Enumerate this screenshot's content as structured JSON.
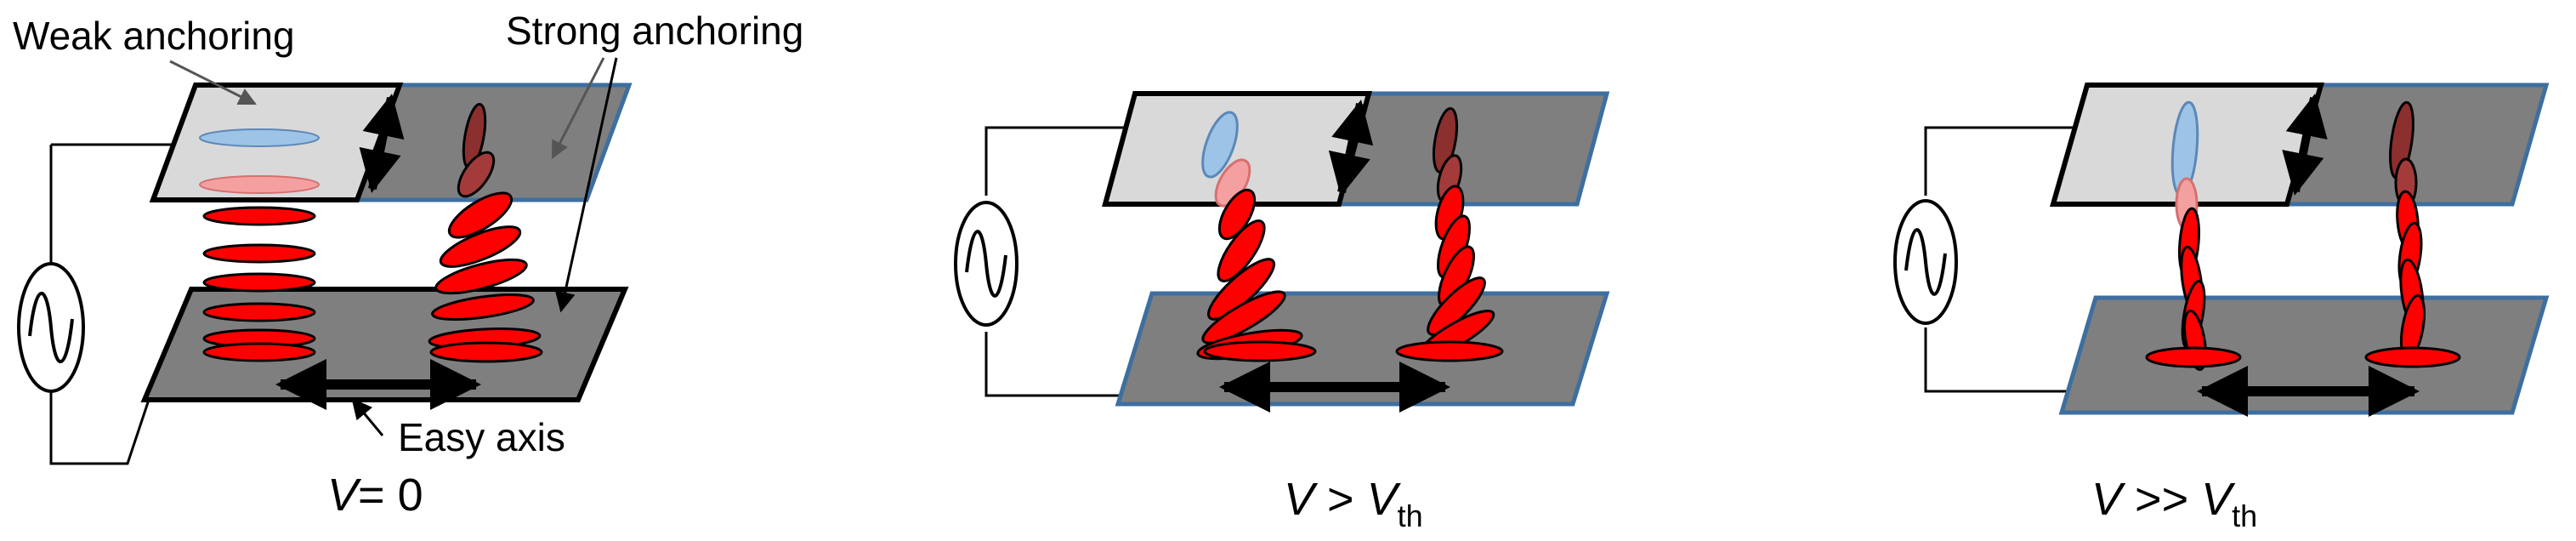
{
  "labels": {
    "weak_anchoring": "Weak anchoring",
    "strong_anchoring": "Strong anchoring",
    "easy_axis": "Easy axis"
  },
  "captions": [
    {
      "var": "V",
      "op": "= 0",
      "rhs": "",
      "sub": ""
    },
    {
      "var": "V",
      "op": " > ",
      "rhs": "V",
      "sub": "th"
    },
    {
      "var": "V",
      "op": " >> ",
      "rhs": "V",
      "sub": "th"
    }
  ],
  "colors": {
    "glass_light": "#d9d9d9",
    "glass_dark": "#808080",
    "plate_edge_blue": "#3d6fa0",
    "molecule_red": "#ff0000",
    "molecule_faded": "#8c2f2f",
    "molecule_blue": "#9dc3e6",
    "molecule_pink": "#f4a0a0"
  },
  "icons": [
    "ac-source-icon",
    "double-arrow-icon",
    "pointer-arrow-icon"
  ]
}
